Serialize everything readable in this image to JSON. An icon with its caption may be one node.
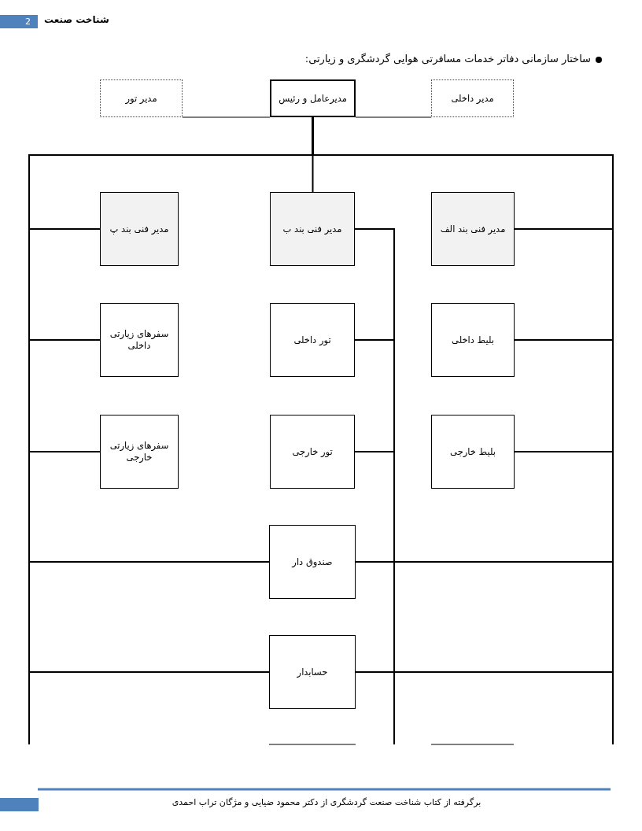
{
  "diagram": {
    "title": "ساختار سازمانی دفاتر خدمات مسافرتی هوایی گردشگری و زیارتی:",
    "nodes": [
      {
        "text": [
          "مدیر داخلی"
        ]
      },
      {
        "text": [
          "مدیرعامل و رئیس"
        ]
      },
      {
        "text": [
          "مدیر تور"
        ]
      },
      {
        "text": [
          "مدیر فنی بند الف"
        ]
      },
      {
        "text": [
          "مدیر فنی بند ب"
        ]
      },
      {
        "text": [
          "مدیر فنی بند پ"
        ]
      },
      {
        "text": [
          "بلیط داخلی"
        ]
      },
      {
        "text": [
          "تور داخلی"
        ]
      },
      {
        "text": [
          "سفرهای زیارتی داخلی"
        ]
      },
      {
        "text": [
          "بلیط خارجی"
        ]
      },
      {
        "text": [
          "تور خارجی"
        ]
      },
      {
        "text": [
          "سفرهای زیارتی خارجی"
        ]
      },
      {
        "text": [
          "صندوق دار"
        ]
      },
      {
        "text": [
          "حسابدار"
        ]
      }
    ],
    "edges": [
      {
        "from": 1,
        "to": 2,
        "arrow": "none"
      },
      {
        "from": 1,
        "to": 0,
        "arrow": "none"
      },
      {
        "from": 1,
        "to": 4,
        "arrow": "none"
      },
      {
        "from": 1,
        "to": 3,
        "arrow": "none"
      },
      {
        "from": 1,
        "to": 5,
        "arrow": "none"
      },
      {
        "from": 1,
        "to": 6,
        "arrow": "none"
      },
      {
        "from": 1,
        "to": 8,
        "arrow": "none"
      },
      {
        "from": 1,
        "to": 9,
        "arrow": "none"
      },
      {
        "from": 1,
        "to": 11,
        "arrow": "none"
      },
      {
        "from": 1,
        "to": 12,
        "arrow": "none"
      },
      {
        "from": 1,
        "to": 13,
        "arrow": "none"
      },
      {
        "from": 4,
        "to": 7,
        "arrow": "none"
      },
      {
        "from": 4,
        "to": 10,
        "arrow": "none"
      }
    ],
    "labels": [
      "شناخت صنعت",
      "2",
      "برگرفته از کتاب شناخت صنعت گردشگری از دکتر محمود ضیایی و مژگان تراب احمدی"
    ]
  }
}
